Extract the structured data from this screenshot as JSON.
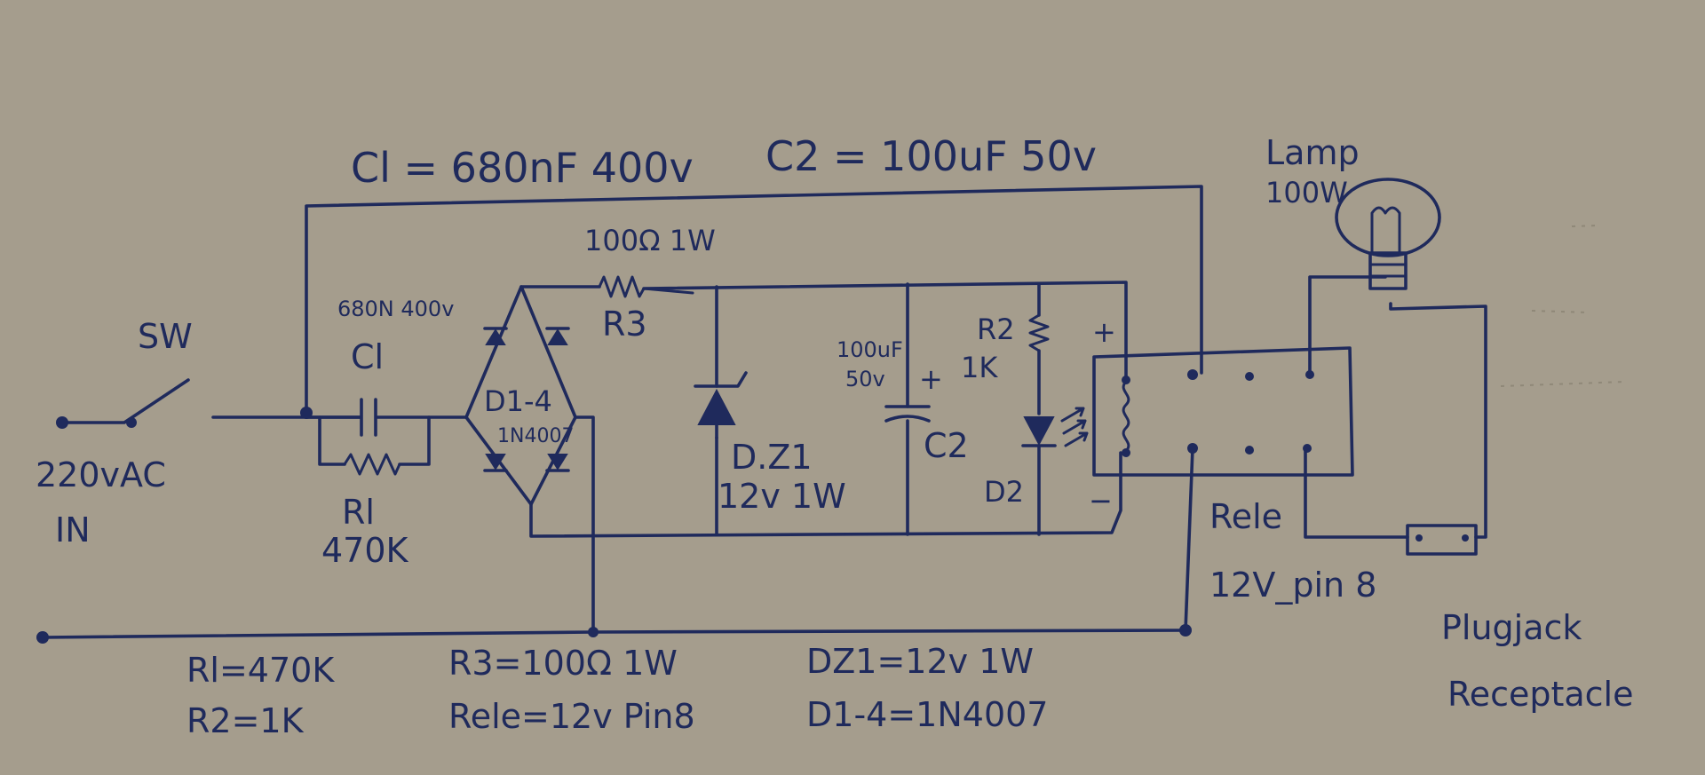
{
  "background_color": "#a59d8d",
  "ink_color": "#1f2a5c",
  "header": {
    "c1_spec": "Cl = 680nF 400v",
    "c2_spec": "C2 = 100uF 50v"
  },
  "labels": {
    "switch": "SW",
    "input_line1": "220vAC",
    "input_line2": "IN",
    "r1_name": "Rl",
    "r1_value": "470K",
    "c1_name": "Cl",
    "c1_value": "680N 400v",
    "bridge_name": "D1-4",
    "bridge_value": "1N4007",
    "r3_name": "R3",
    "r3_value": "100Ω 1W",
    "zener_name": "D.Z1",
    "zener_value": "12v 1W",
    "c2_name": "C2",
    "c2_value_line1": "100uF",
    "c2_value_line2": "50v",
    "c2_plus": "+",
    "r2_name": "R2",
    "r2_value": "1K",
    "led_name": "D2",
    "relay_plus": "+",
    "relay_minus": "−",
    "relay_name": "Rele",
    "relay_value": "12V_pin 8",
    "lamp_name": "Lamp",
    "lamp_value": "100W",
    "jack_line1": "Plugjack",
    "jack_line2": "Receptacle"
  },
  "bom": {
    "r1": "Rl=470K",
    "r2": "R2=1K",
    "r3": "R3=100Ω 1W",
    "relay": "Rele=12v Pin8",
    "dz1": "DZ1=12v 1W",
    "d14": "D1-4=1N4007"
  }
}
